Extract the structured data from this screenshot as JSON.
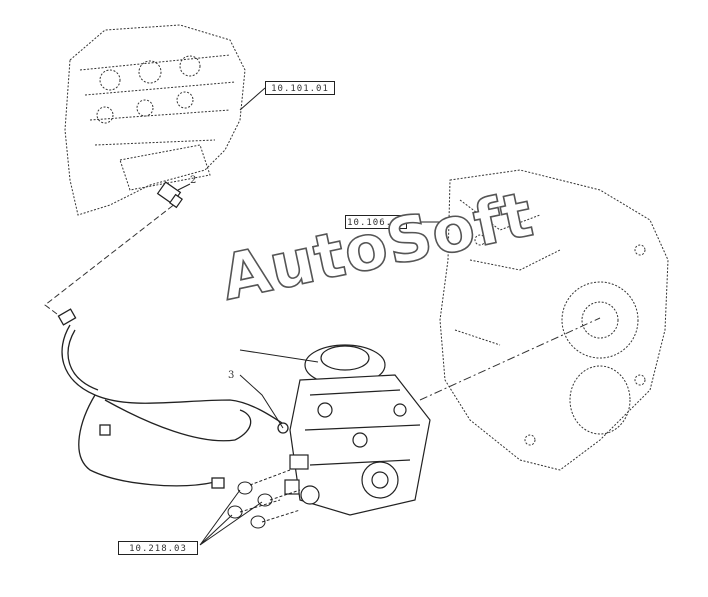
{
  "references": {
    "cylinder_head": "10.101.01",
    "timing_case": "10.106.02",
    "injection_pump": "10.218.03"
  },
  "callouts": {
    "sensor": "2",
    "hose": "3"
  },
  "watermark": "AutoSoft"
}
